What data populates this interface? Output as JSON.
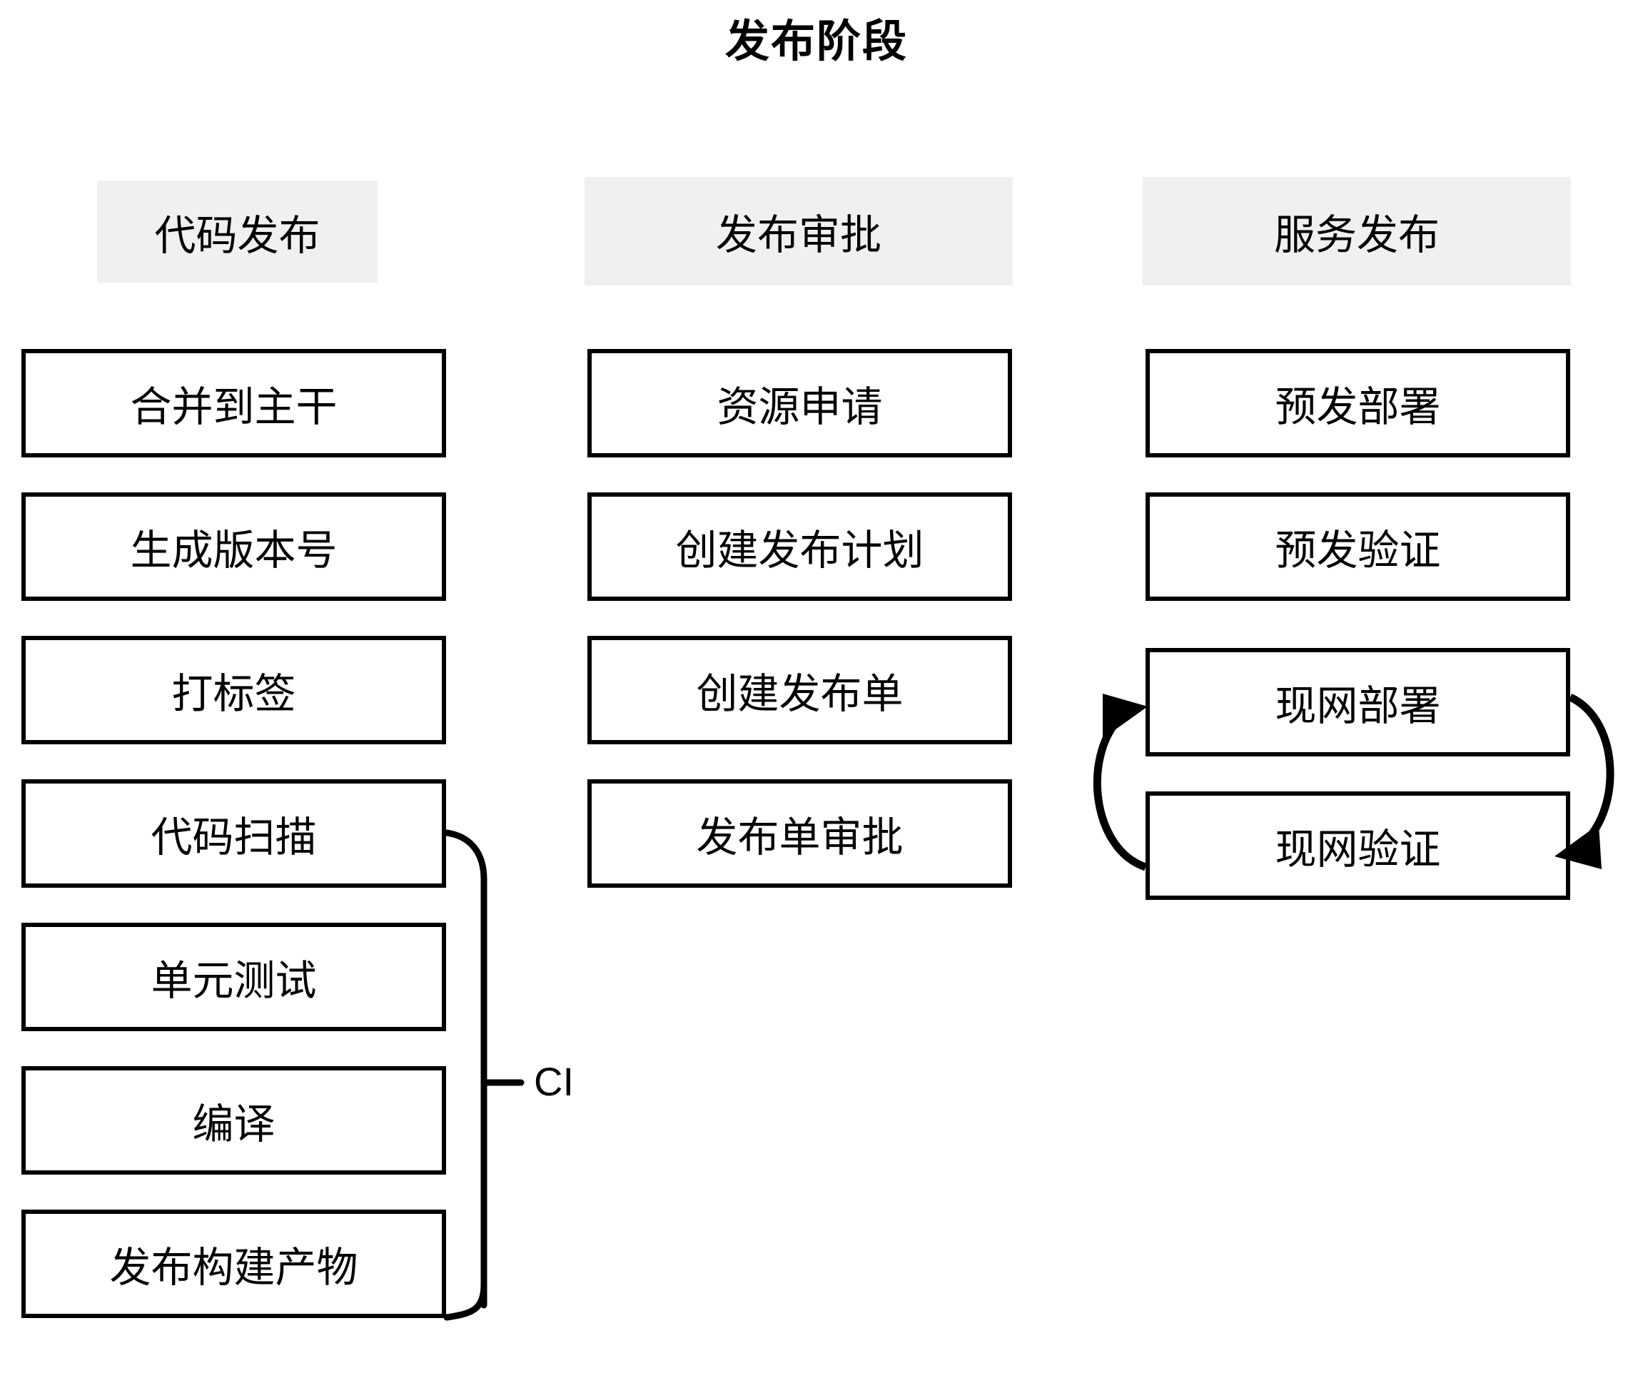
{
  "title": "发布阶段",
  "columns": [
    {
      "header": "代码发布",
      "boxes": [
        "合并到主干",
        "生成版本号",
        "打标签",
        "代码扫描",
        "单元测试",
        "编译",
        "发布构建产物"
      ]
    },
    {
      "header": "发布审批",
      "boxes": [
        "资源申请",
        "创建发布计划",
        "创建发布单",
        "发布单审批"
      ]
    },
    {
      "header": "服务发布",
      "boxes": [
        "预发部署",
        "预发验证",
        "现网部署",
        "现网验证"
      ]
    }
  ],
  "annotations": {
    "ci_label": "CI"
  },
  "colors": {
    "header_band": "#f0f0f0",
    "box_border": "#000000",
    "background": "#ffffff",
    "text": "#000000"
  }
}
